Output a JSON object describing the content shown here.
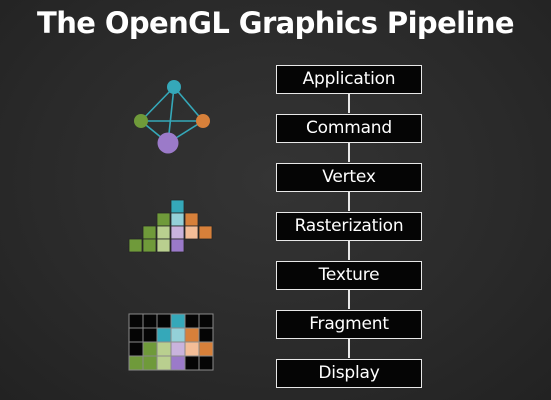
{
  "title": "The OpenGL Graphics Pipeline",
  "pipeline": {
    "stages": [
      "Application",
      "Command",
      "Vertex",
      "Rasterization",
      "Texture",
      "Fragment",
      "Display"
    ]
  },
  "icons": {
    "vertex_graph": "vertex-graph-icon",
    "raster_pyramid": "rasterized-pyramid-icon",
    "fragment_grid": "fragment-grid-icon"
  },
  "colors": {
    "background": "#2b2b2b",
    "teal": "#35a8b9",
    "green": "#6f9a3a",
    "orange": "#d7803a",
    "purple": "#9b7ac9",
    "light_green": "#b9cf8f",
    "light_teal": "#94d0d8",
    "light_orange": "#f3bd97",
    "light_purple": "#c9b3dd",
    "stage_fill": "#050505",
    "stage_border": "#e8e8e8"
  }
}
